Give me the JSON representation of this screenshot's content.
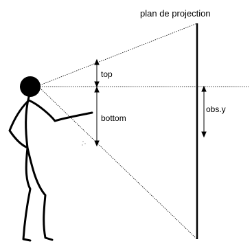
{
  "diagram": {
    "title": "plan de projection",
    "labels": {
      "top": "top",
      "bottom": "bottom",
      "obs_y": "obs.y"
    },
    "colors": {
      "ink": "#000000",
      "background": "#ffffff"
    }
  }
}
